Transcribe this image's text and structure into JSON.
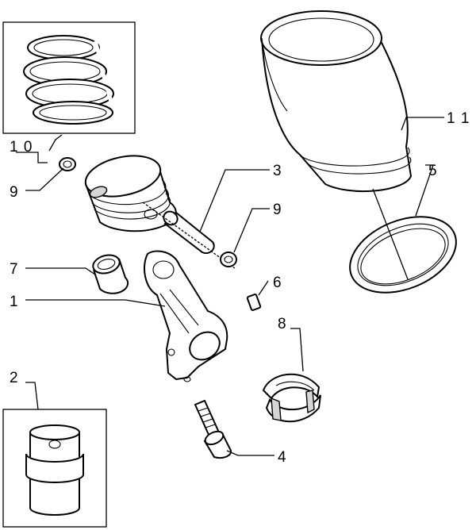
{
  "labels": {
    "l1": "1",
    "l2": "2",
    "l3": "3",
    "l4": "4",
    "l5": "5",
    "l6": "6",
    "l7": "7",
    "l8": "8",
    "l9a": "9",
    "l9b": "9",
    "l10": "1 0",
    "l11": "1 1"
  }
}
